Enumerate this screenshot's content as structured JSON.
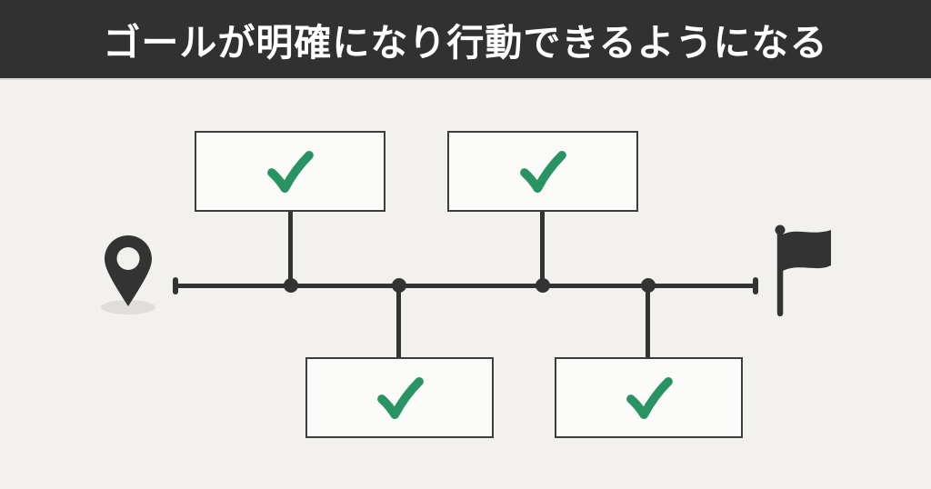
{
  "header": {
    "title": "ゴールが明確になり行動できるようになる",
    "background_color": "#313131",
    "text_color": "#ffffff"
  },
  "diagram": {
    "type": "timeline",
    "background_color": "#f2f1ed",
    "line_color": "#333333",
    "start_icon": "map-pin-icon",
    "end_icon": "goal-flag-icon",
    "node_count": 4,
    "milestones": [
      {
        "position": "top-left",
        "status": "checked"
      },
      {
        "position": "top-right",
        "status": "checked"
      },
      {
        "position": "bottom-left",
        "status": "checked"
      },
      {
        "position": "bottom-right",
        "status": "checked"
      }
    ],
    "checkmark_color": "#2a9364",
    "box_background_color": "#fbfbf9",
    "box_border_color": "#3d3d3d"
  }
}
